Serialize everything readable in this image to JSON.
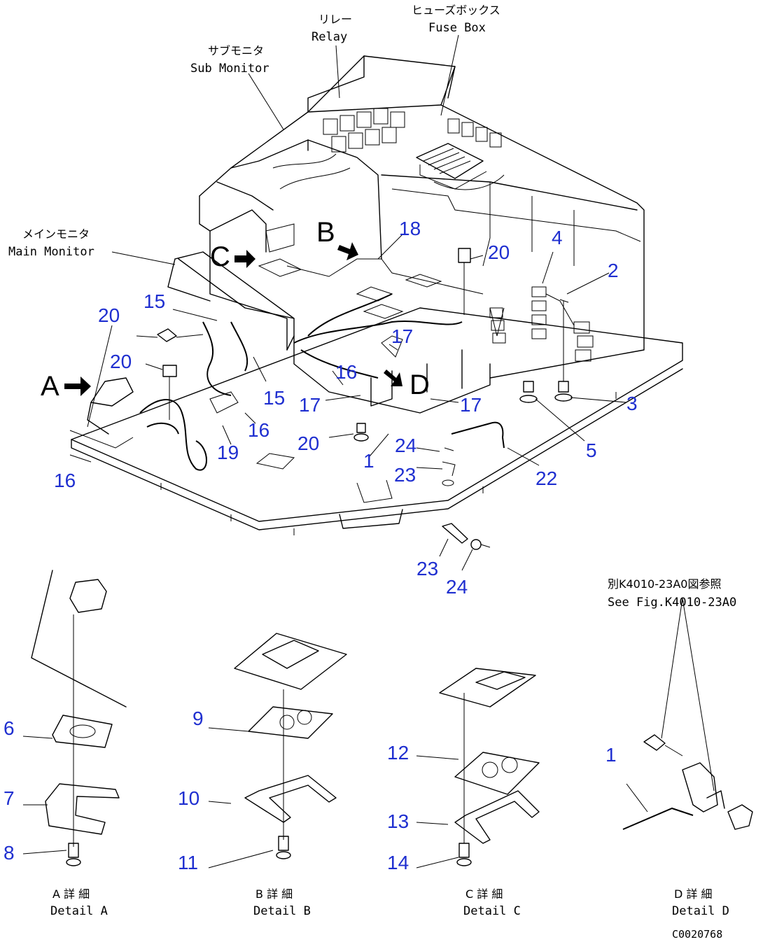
{
  "labels": {
    "relay_jp": "リレー",
    "relay_en": "Relay",
    "fuse_box_jp": "ヒューズボックス",
    "fuse_box_en": "Fuse Box",
    "sub_monitor_jp": "サブモニタ",
    "sub_monitor_en": "Sub Monitor",
    "main_monitor_jp": "メインモニタ",
    "main_monitor_en": "Main Monitor",
    "see_fig_jp": "別K4010-23A0図参照",
    "see_fig_en": "See Fig.K4010-23A0"
  },
  "view_letters": {
    "a": "A",
    "b": "B",
    "c": "C",
    "d": "D"
  },
  "details": {
    "a_jp": "A 詳 細",
    "a_en": "Detail A",
    "b_jp": "B 詳 細",
    "b_en": "Detail B",
    "c_jp": "C 詳 細",
    "c_en": "Detail C",
    "d_jp": "D 詳 細",
    "d_en": "Detail D"
  },
  "callouts": {
    "n1_main": "1",
    "n2": "2",
    "n3": "3",
    "n4": "4",
    "n5": "5",
    "n15_a": "15",
    "n15_b": "15",
    "n16_a": "16",
    "n16_b": "16",
    "n16_c": "16",
    "n17_a": "17",
    "n17_b": "17",
    "n17_c": "17",
    "n18": "18",
    "n19": "19",
    "n20_a": "20",
    "n20_b": "20",
    "n20_c": "20",
    "n20_d": "20",
    "n22": "22",
    "n23_a": "23",
    "n23_b": "23",
    "n24_a": "24",
    "n24_b": "24",
    "n6": "6",
    "n7": "7",
    "n8": "8",
    "n9": "9",
    "n10": "10",
    "n11": "11",
    "n12": "12",
    "n13": "13",
    "n14": "14",
    "n1_detail": "1"
  },
  "drawing_code": "C0020768"
}
